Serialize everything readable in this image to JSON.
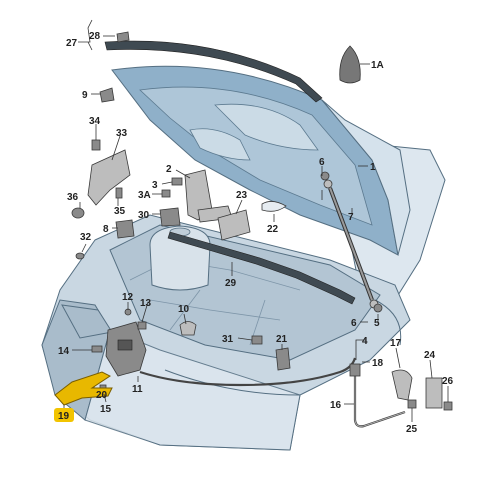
{
  "callouts": [
    {
      "key": "c27",
      "text": "27"
    },
    {
      "key": "c28",
      "text": "28"
    },
    {
      "key": "c1A",
      "text": "1A"
    },
    {
      "key": "c9",
      "text": "9"
    },
    {
      "key": "c34",
      "text": "34"
    },
    {
      "key": "c33",
      "text": "33"
    },
    {
      "key": "c2",
      "text": "2"
    },
    {
      "key": "c6top",
      "text": "6"
    },
    {
      "key": "c1",
      "text": "1"
    },
    {
      "key": "c3",
      "text": "3"
    },
    {
      "key": "c3A",
      "text": "3A"
    },
    {
      "key": "c36",
      "text": "36"
    },
    {
      "key": "c35",
      "text": "35"
    },
    {
      "key": "c7",
      "text": "7"
    },
    {
      "key": "c30",
      "text": "30"
    },
    {
      "key": "c23",
      "text": "23"
    },
    {
      "key": "c8",
      "text": "8"
    },
    {
      "key": "c22",
      "text": "22"
    },
    {
      "key": "c32",
      "text": "32"
    },
    {
      "key": "c29",
      "text": "29"
    },
    {
      "key": "c12",
      "text": "12"
    },
    {
      "key": "c13",
      "text": "13"
    },
    {
      "key": "c10",
      "text": "10"
    },
    {
      "key": "c6bot",
      "text": "6"
    },
    {
      "key": "c5",
      "text": "5"
    },
    {
      "key": "c31",
      "text": "31"
    },
    {
      "key": "c21",
      "text": "21"
    },
    {
      "key": "c4",
      "text": "4"
    },
    {
      "key": "c17",
      "text": "17"
    },
    {
      "key": "c14",
      "text": "14"
    },
    {
      "key": "c24",
      "text": "24"
    },
    {
      "key": "c18",
      "text": "18"
    },
    {
      "key": "c11",
      "text": "11"
    },
    {
      "key": "c26",
      "text": "26"
    },
    {
      "key": "c15",
      "text": "15"
    },
    {
      "key": "c16",
      "text": "16"
    },
    {
      "key": "c25",
      "text": "25"
    },
    {
      "key": "c20",
      "text": "20"
    },
    {
      "key": "c19",
      "text": "19"
    }
  ],
  "highlight": {
    "label": "19",
    "color": "#f2c400"
  },
  "colors": {
    "body": "#c9d7e2",
    "hood_underside": "#8fb0c9",
    "highlight": "#e8b800"
  }
}
